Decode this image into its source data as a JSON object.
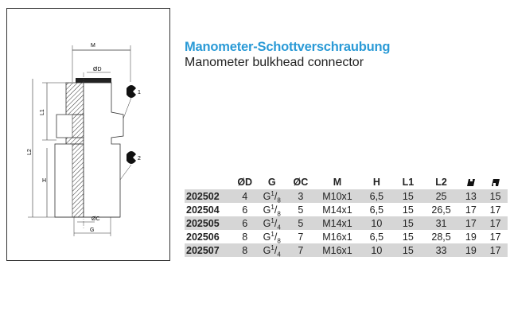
{
  "title_de": "Manometer-Schottverschraubung",
  "title_en": "Manometer bulkhead connector",
  "drawing": {
    "dim_M": "M",
    "dim_D": "ØD",
    "dim_L1": "L1",
    "dim_L2": "L2",
    "dim_H": "H",
    "dim_C": "ØC",
    "dim_G": "G",
    "callout_1": "1",
    "callout_2": "2"
  },
  "table": {
    "headers": [
      "",
      "ØD",
      "G",
      "ØC",
      "M",
      "H",
      "L1",
      "L2",
      "",
      ""
    ],
    "wrench_icons": [
      "wrench-1-icon",
      "wrench-2-icon"
    ],
    "rows": [
      {
        "art": "202502",
        "D": "4",
        "G_base": "G",
        "G_num": "1",
        "G_den": "8",
        "C": "3",
        "M": "M10x1",
        "H": "6,5",
        "L1": "15",
        "L2": "25",
        "W1": "13",
        "W2": "15"
      },
      {
        "art": "202504",
        "D": "6",
        "G_base": "G",
        "G_num": "1",
        "G_den": "8",
        "C": "5",
        "M": "M14x1",
        "H": "6,5",
        "L1": "15",
        "L2": "26,5",
        "W1": "17",
        "W2": "17"
      },
      {
        "art": "202505",
        "D": "6",
        "G_base": "G",
        "G_num": "1",
        "G_den": "4",
        "C": "5",
        "M": "M14x1",
        "H": "10",
        "L1": "15",
        "L2": "31",
        "W1": "17",
        "W2": "17"
      },
      {
        "art": "202506",
        "D": "8",
        "G_base": "G",
        "G_num": "1",
        "G_den": "8",
        "C": "7",
        "M": "M16x1",
        "H": "6,5",
        "L1": "15",
        "L2": "28,5",
        "W1": "19",
        "W2": "17"
      },
      {
        "art": "202507",
        "D": "8",
        "G_base": "G",
        "G_num": "1",
        "G_den": "4",
        "C": "7",
        "M": "M16x1",
        "H": "10",
        "L1": "15",
        "L2": "33",
        "W1": "19",
        "W2": "17"
      }
    ]
  }
}
